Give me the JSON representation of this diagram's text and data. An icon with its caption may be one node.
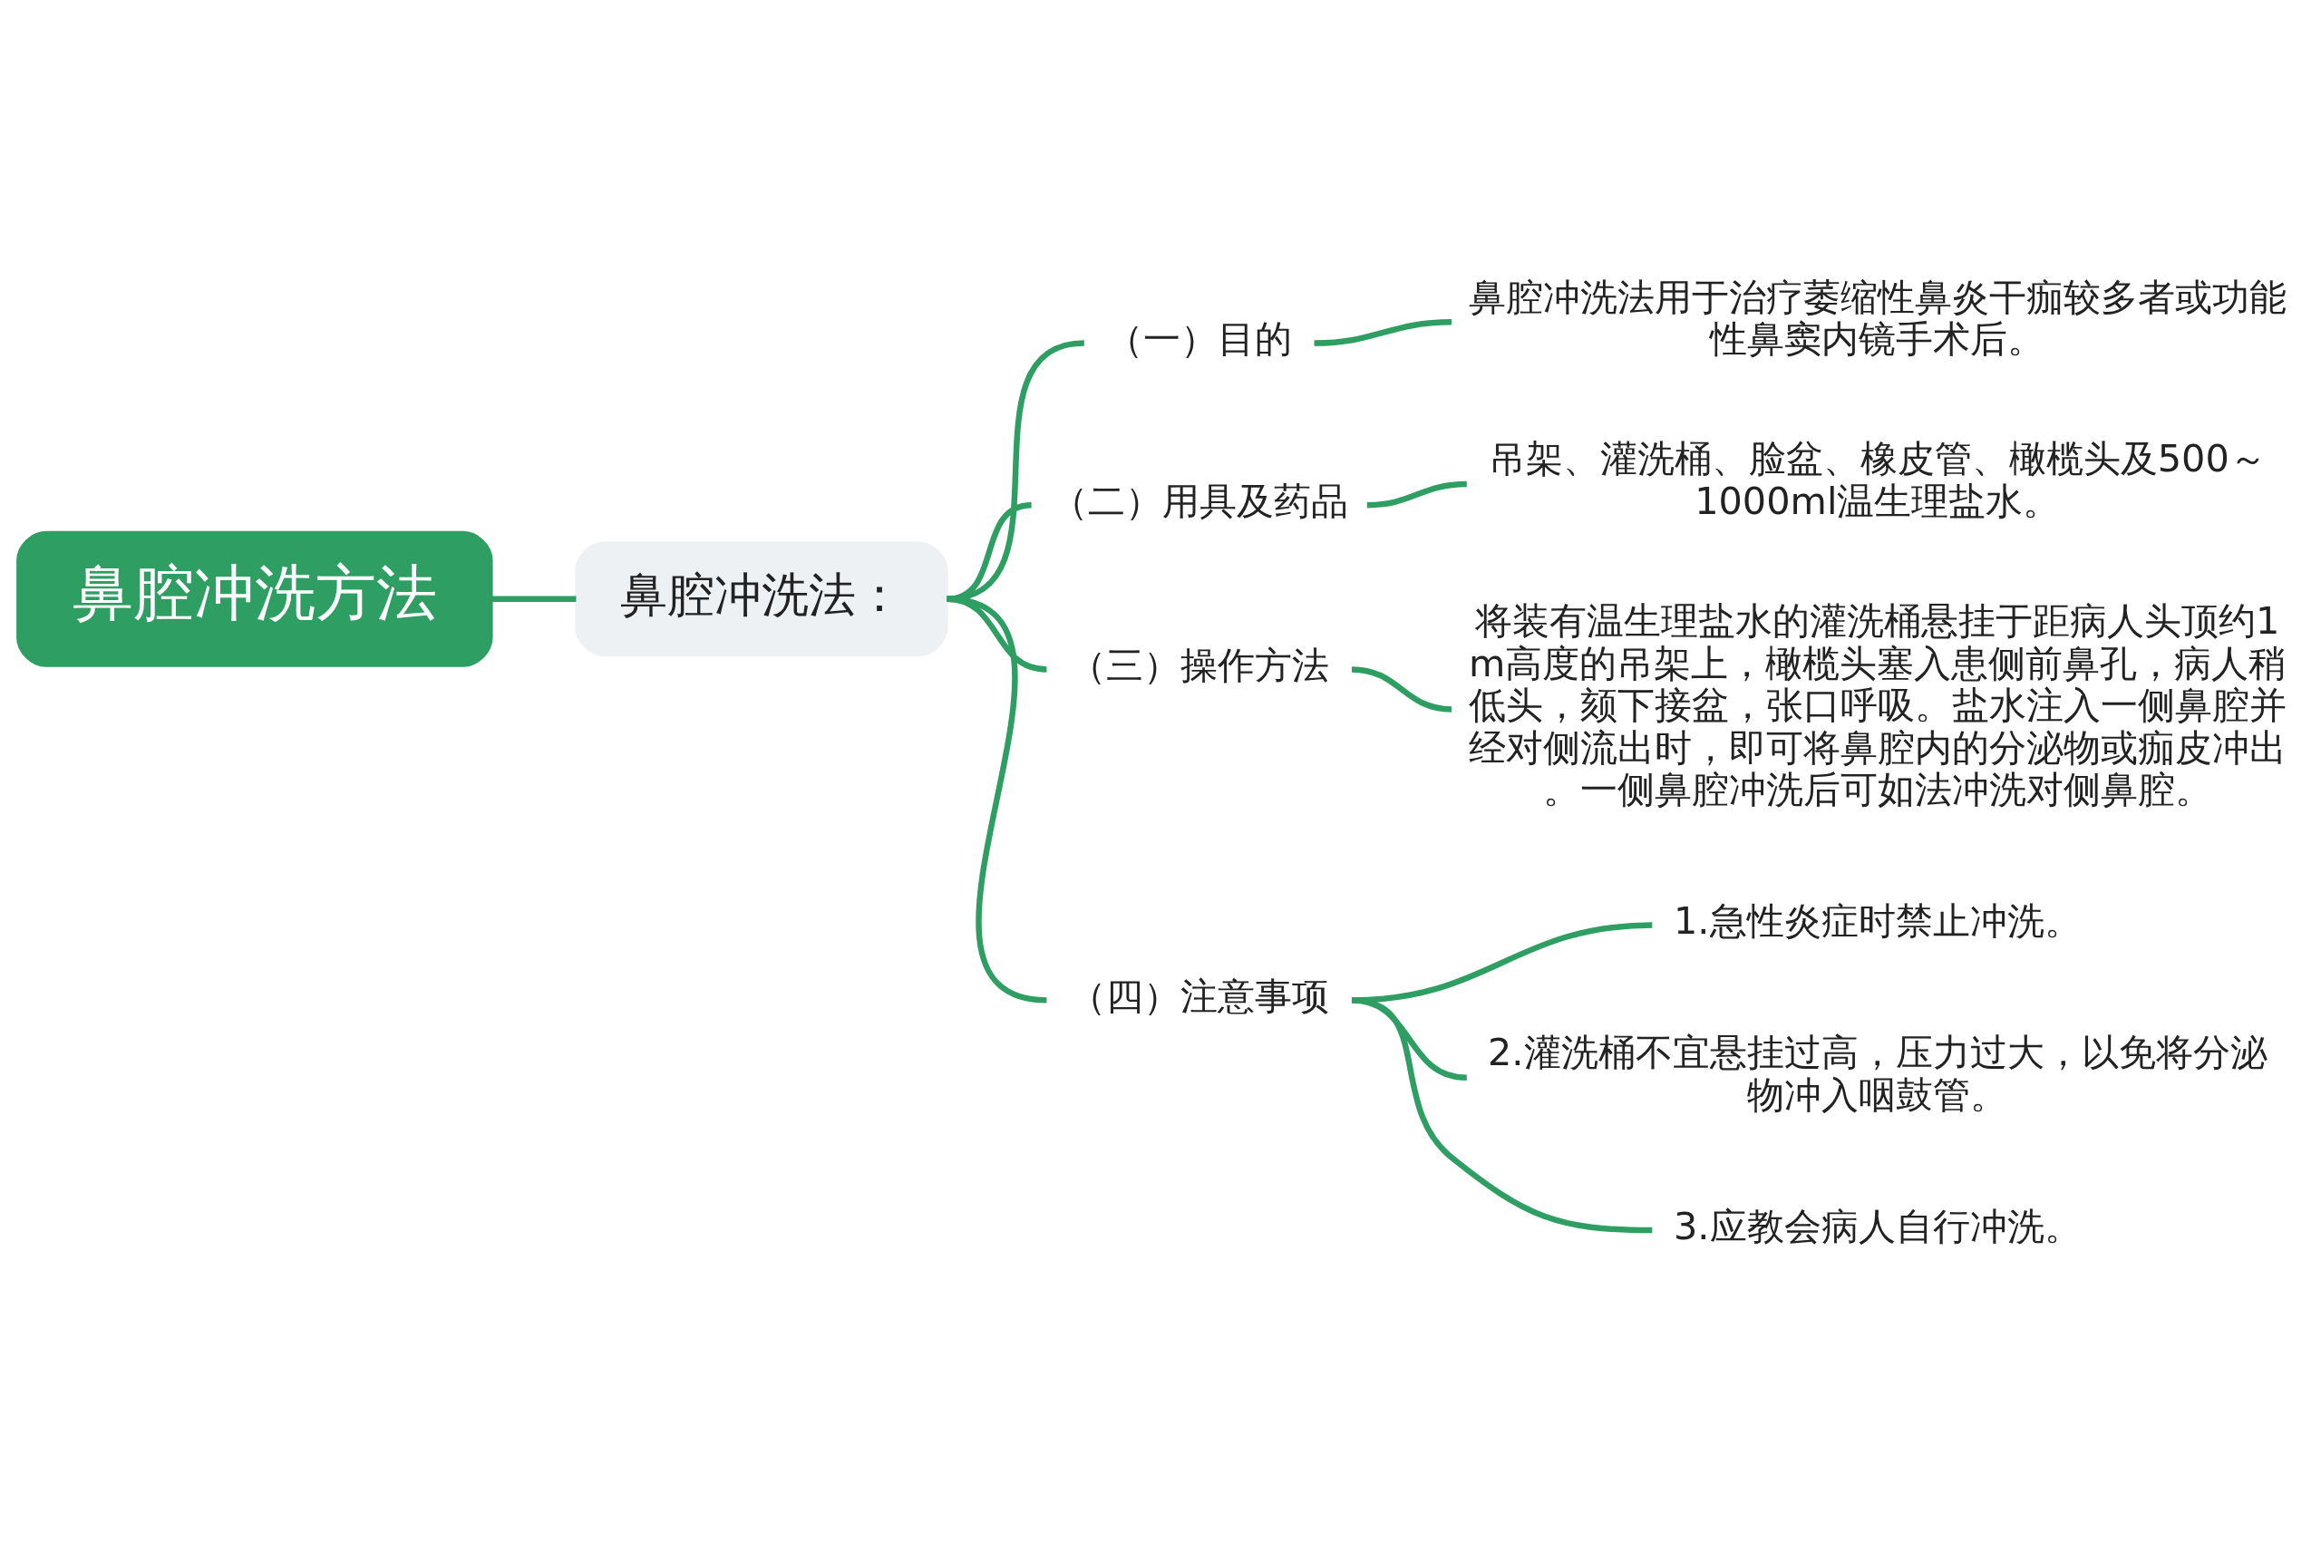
{
  "diagram": {
    "nodes": [
      {
        "text": [
          "鼻腔冲洗方法"
        ]
      },
      {
        "text": [
          "鼻腔冲洗法："
        ]
      },
      {
        "text": [
          "（一）目的"
        ]
      },
      {
        "text": [
          "鼻腔冲洗法用于治疗萎缩性鼻炎干痂较多者或功能性鼻窦内镜手术后。"
        ]
      },
      {
        "text": [
          "（二）用具及药品"
        ]
      },
      {
        "text": [
          "吊架、灌洗桶、脸盆、橡皮管、橄榄头及500～1000ml温生理盐水。"
        ]
      },
      {
        "text": [
          "（三）操作方法"
        ]
      },
      {
        "text": [
          "将装有温生理盐水的灌洗桶悬挂于距病人头顶约1m高度的吊架上，橄榄头塞入患侧前鼻孔，病人稍低头，颏下接盆，张口呼吸。盐水注入一侧鼻腔并经对侧流出时，即可将鼻腔内的分泌物或痂皮冲出。一侧鼻腔冲洗后可如法冲洗对侧鼻腔。"
        ]
      },
      {
        "text": [
          "（四）注意事项"
        ]
      },
      {
        "text": [
          "1.急性炎症时禁止冲洗。"
        ]
      },
      {
        "text": [
          "2.灌洗桶不宜悬挂过高，压力过大，以免将分泌物冲入咽鼓管。"
        ]
      },
      {
        "text": [
          "3.应教会病人自行冲洗。"
        ]
      }
    ],
    "edges": [
      {
        "from": 0,
        "to": 1,
        "arrow": "none"
      },
      {
        "from": 1,
        "to": 2,
        "arrow": "none"
      },
      {
        "from": 2,
        "to": 3,
        "arrow": "none"
      },
      {
        "from": 1,
        "to": 4,
        "arrow": "none"
      },
      {
        "from": 4,
        "to": 5,
        "arrow": "none"
      },
      {
        "from": 1,
        "to": 6,
        "arrow": "none"
      },
      {
        "from": 6,
        "to": 7,
        "arrow": "none"
      },
      {
        "from": 1,
        "to": 8,
        "arrow": "none"
      },
      {
        "from": 8,
        "to": 9,
        "arrow": "none"
      },
      {
        "from": 8,
        "to": 10,
        "arrow": "none"
      },
      {
        "from": 8,
        "to": 11,
        "arrow": "none"
      }
    ]
  }
}
